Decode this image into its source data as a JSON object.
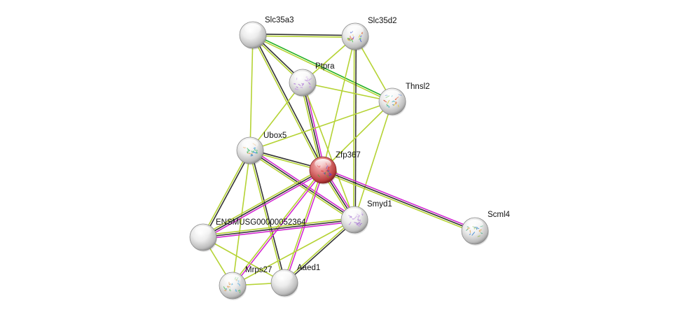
{
  "diagram": {
    "type": "protein-interaction-network",
    "edge_colors": {
      "coexpression": "#333333",
      "textmining": "#b5d334",
      "experiments": "#d22ad2",
      "database": "#22b022"
    },
    "node_colors": {
      "query": "#d85050",
      "default": "#e6e6e6"
    },
    "nodes": [
      {
        "id": "Slc35a3",
        "label": "Slc35a3",
        "query": false,
        "structure": false
      },
      {
        "id": "Slc35d2",
        "label": "Slc35d2",
        "query": false,
        "structure": true,
        "structure_palette": [
          "#3b5bd6",
          "#3cc03c",
          "#e8d03a",
          "#e05a2a",
          "#7a4fd0"
        ]
      },
      {
        "id": "Ptpra",
        "label": "Ptpra",
        "query": false,
        "structure": true,
        "structure_palette": [
          "#b07ad8",
          "#c89ae6"
        ]
      },
      {
        "id": "Thnsl2",
        "label": "Thnsl2",
        "query": false,
        "structure": true,
        "structure_palette": [
          "#3a70d0",
          "#40b0c0",
          "#e0d040",
          "#e06040",
          "#60c060"
        ]
      },
      {
        "id": "Ubox5",
        "label": "Ubox5",
        "query": false,
        "structure": true,
        "structure_palette": [
          "#e8b070",
          "#40c070",
          "#3090e0"
        ]
      },
      {
        "id": "Zfp367",
        "label": "Zfp367",
        "query": true,
        "structure": true,
        "structure_palette": [
          "#e03030",
          "#6040c0",
          "#60a040"
        ]
      },
      {
        "id": "Smyd1",
        "label": "Smyd1",
        "query": false,
        "structure": true,
        "structure_palette": [
          "#a070d0",
          "#c090e0"
        ]
      },
      {
        "id": "Scml4",
        "label": "Scml4",
        "query": false,
        "structure": true,
        "structure_palette": [
          "#3080d0",
          "#40b080",
          "#90c040",
          "#e0a040"
        ]
      },
      {
        "id": "ENSMUSG00000052364",
        "label": "ENSMUSG00000052364",
        "query": false,
        "structure": false
      },
      {
        "id": "Mrps27",
        "label": "Mrps27",
        "query": false,
        "structure": true,
        "structure_palette": [
          "#60b0e0",
          "#50c060",
          "#e0a060"
        ]
      },
      {
        "id": "Aaed1",
        "label": "Aaed1",
        "query": false,
        "structure": false
      }
    ],
    "edges": [
      {
        "a": "Slc35a3",
        "b": "Slc35d2",
        "types": [
          "coexpression",
          "textmining"
        ]
      },
      {
        "a": "Slc35a3",
        "b": "Ptpra",
        "types": [
          "coexpression",
          "textmining"
        ]
      },
      {
        "a": "Slc35a3",
        "b": "Thnsl2",
        "types": [
          "database",
          "textmining"
        ]
      },
      {
        "a": "Slc35a3",
        "b": "Ubox5",
        "types": [
          "textmining"
        ]
      },
      {
        "a": "Slc35a3",
        "b": "Zfp367",
        "types": [
          "coexpression",
          "textmining"
        ]
      },
      {
        "a": "Slc35d2",
        "b": "Ptpra",
        "types": [
          "textmining"
        ]
      },
      {
        "a": "Slc35d2",
        "b": "Thnsl2",
        "types": [
          "textmining"
        ]
      },
      {
        "a": "Slc35d2",
        "b": "Smyd1",
        "types": [
          "coexpression",
          "textmining"
        ]
      },
      {
        "a": "Slc35d2",
        "b": "Zfp367",
        "types": [
          "textmining"
        ]
      },
      {
        "a": "Ptpra",
        "b": "Thnsl2",
        "types": [
          "textmining"
        ]
      },
      {
        "a": "Ptpra",
        "b": "Ubox5",
        "types": [
          "textmining"
        ]
      },
      {
        "a": "Ptpra",
        "b": "Zfp367",
        "types": [
          "experiments",
          "coexpression",
          "textmining"
        ]
      },
      {
        "a": "Ptpra",
        "b": "Smyd1",
        "types": [
          "textmining"
        ]
      },
      {
        "a": "Thnsl2",
        "b": "Ubox5",
        "types": [
          "textmining"
        ]
      },
      {
        "a": "Thnsl2",
        "b": "Smyd1",
        "types": [
          "textmining"
        ]
      },
      {
        "a": "Thnsl2",
        "b": "Zfp367",
        "types": [
          "textmining"
        ]
      },
      {
        "a": "Ubox5",
        "b": "Zfp367",
        "types": [
          "coexpression",
          "textmining"
        ]
      },
      {
        "a": "Ubox5",
        "b": "Smyd1",
        "types": [
          "experiments",
          "coexpression",
          "textmining"
        ]
      },
      {
        "a": "Ubox5",
        "b": "ENSMUSG00000052364",
        "types": [
          "coexpression",
          "textmining"
        ]
      },
      {
        "a": "Ubox5",
        "b": "Mrps27",
        "types": [
          "textmining"
        ]
      },
      {
        "a": "Ubox5",
        "b": "Aaed1",
        "types": [
          "coexpression",
          "textmining"
        ]
      },
      {
        "a": "Zfp367",
        "b": "Smyd1",
        "types": [
          "experiments",
          "coexpression",
          "textmining"
        ]
      },
      {
        "a": "Zfp367",
        "b": "Scml4",
        "types": [
          "experiments",
          "coexpression",
          "textmining"
        ]
      },
      {
        "a": "Zfp367",
        "b": "ENSMUSG00000052364",
        "types": [
          "experiments",
          "coexpression",
          "textmining"
        ]
      },
      {
        "a": "Zfp367",
        "b": "Mrps27",
        "types": [
          "experiments",
          "textmining"
        ]
      },
      {
        "a": "Zfp367",
        "b": "Aaed1",
        "types": [
          "experiments",
          "textmining"
        ]
      },
      {
        "a": "Smyd1",
        "b": "ENSMUSG00000052364",
        "types": [
          "experiments",
          "coexpression",
          "textmining"
        ]
      },
      {
        "a": "Smyd1",
        "b": "Mrps27",
        "types": [
          "textmining"
        ]
      },
      {
        "a": "Smyd1",
        "b": "Aaed1",
        "types": [
          "coexpression",
          "textmining"
        ]
      },
      {
        "a": "ENSMUSG00000052364",
        "b": "Mrps27",
        "types": [
          "textmining"
        ]
      },
      {
        "a": "ENSMUSG00000052364",
        "b": "Aaed1",
        "types": [
          "textmining"
        ]
      },
      {
        "a": "Mrps27",
        "b": "Aaed1",
        "types": [
          "textmining"
        ]
      }
    ]
  }
}
